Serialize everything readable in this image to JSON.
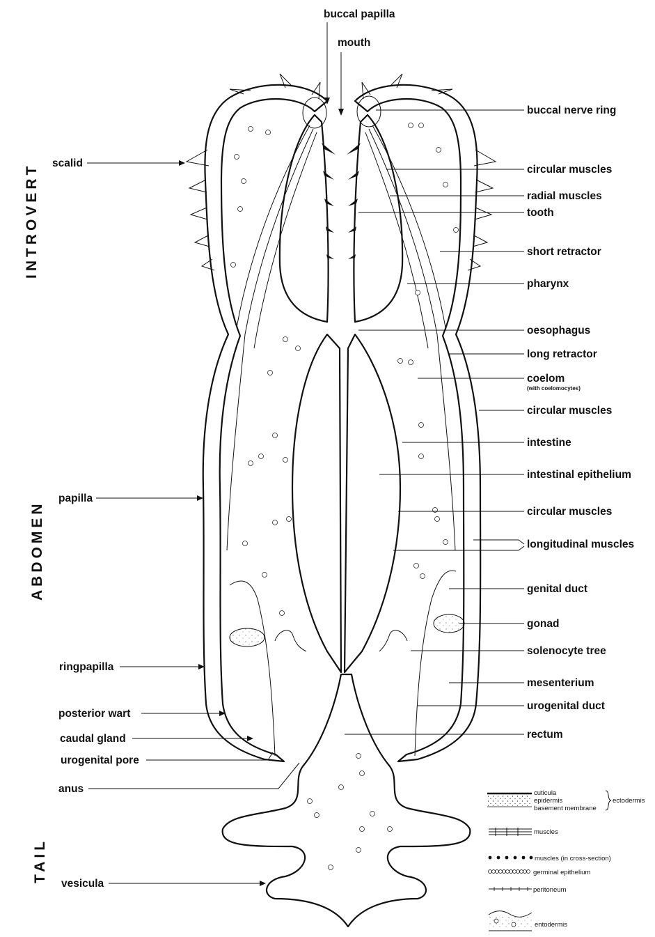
{
  "sections": {
    "introvert": "INTROVERT",
    "abdomen": "ABDOMEN",
    "tail": "TAIL"
  },
  "labels_top": {
    "buccal_papilla": "buccal papilla",
    "mouth": "mouth"
  },
  "labels_left": {
    "scalid": "scalid",
    "papilla": "papilla",
    "ringpapilla": "ringpapilla",
    "posterior_wart": "posterior wart",
    "caudal_gland": "caudal gland",
    "urogenital_pore": "urogenital pore",
    "anus": "anus",
    "vesicula": "vesicula"
  },
  "labels_right": {
    "buccal_nerve_ring": "buccal nerve ring",
    "circular_muscles_1": "circular muscles",
    "radial_muscles": "radial muscles",
    "tooth": "tooth",
    "short_retractor": "short retractor",
    "pharynx": "pharynx",
    "oesophagus": "oesophagus",
    "long_retractor": "long retractor",
    "coelom": "coelom",
    "coelom_note": "(with coelomocytes)",
    "circular_muscles_2": "circular muscles",
    "intestine": "intestine",
    "intestinal_epithelium": "intestinal epithelium",
    "circular_muscles_3": "circular muscles",
    "longitudinal_muscles": "longitudinal muscles",
    "genital_duct": "genital duct",
    "gonad": "gonad",
    "solenocyte_tree": "solenocyte tree",
    "mesenterium": "mesenterium",
    "urogenital_duct": "urogenital duct",
    "rectum": "rectum"
  },
  "legend": {
    "cuticula": "cuticula",
    "epidermis": "epidermis",
    "basement_membrane": "basement membrane",
    "ectodermis": "ectodermis",
    "muscles": "muscles",
    "muscles_cross": "muscles (in cross-section)",
    "germinal_epithelium": "germinal epithelium",
    "peritoneum": "peritoneum",
    "entodermis": "entodermis"
  }
}
